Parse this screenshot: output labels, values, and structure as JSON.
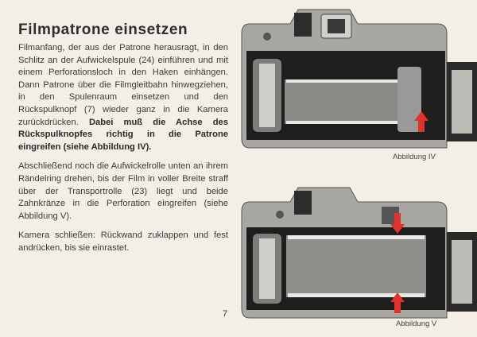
{
  "title": "Filmpatrone einsetzen",
  "paragraphs": [
    {
      "text": "Filmanfang, der aus der Patrone herausragt, in den Schlitz an der Aufwickelspule (24) einführen und mit einem Perforationsloch in den Haken einhängen. Dann Patrone über die Filmgleitbahn hinwegziehen, in den Spulenraum einsetzen und den Rückspulknopf (7) wieder ganz in die Kamera zurückdrücken. ",
      "bold": "Dabei muß die Achse des Rückspulknopfes richtig in die Patrone eingreifen (siehe Abbildung IV)."
    },
    {
      "text": "Abschließend noch die Aufwickelrolle unten an ihrem Rändelring drehen, bis der Film in voller Breite straff über der Transportrolle (23) liegt und beide Zahnkränze in die Perforation eingreifen (siehe Abbildung V)."
    },
    {
      "text": "Kamera schließen: Rückwand zuklappen und fest andrücken, bis sie einrastet."
    }
  ],
  "figures": [
    {
      "caption": "Abbildung IV"
    },
    {
      "caption": "Abbildung V"
    }
  ],
  "page_number": "7",
  "colors": {
    "background": "#f3efe7",
    "arrow": "#e0322a",
    "camera_body": "#9a9a96",
    "camera_dark": "#2a2a2a"
  }
}
